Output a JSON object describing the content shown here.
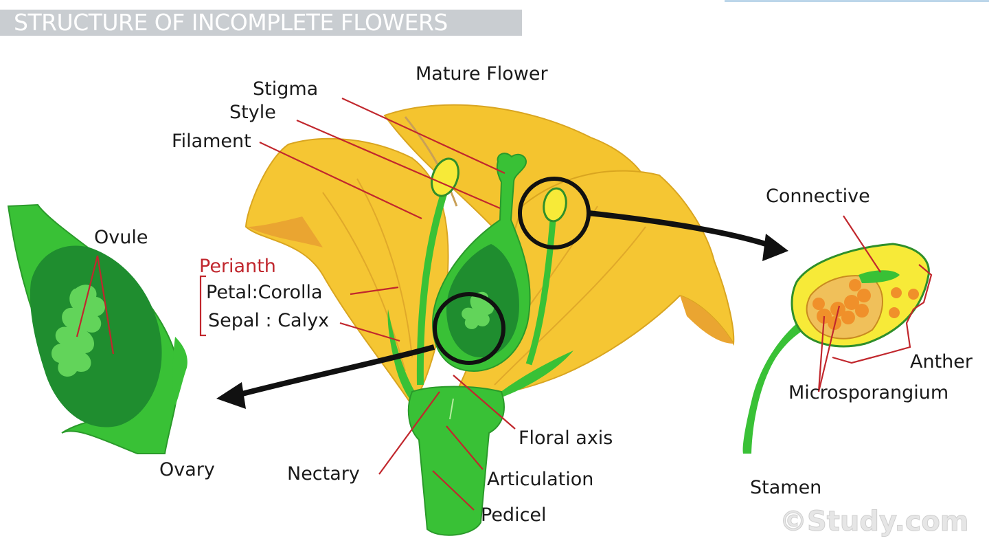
{
  "title": "STRUCTURE OF INCOMPLETE FLOWERS",
  "labels": {
    "mature_flower": "Mature Flower",
    "stigma": "Stigma",
    "style": "Style",
    "filament": "Filament",
    "ovule": "Ovule",
    "perianth": "Perianth",
    "petal_corolla": "Petal:Corolla",
    "sepal_calyx": "Sepal : Calyx",
    "ovary": "Ovary",
    "nectary": "Nectary",
    "floral_axis": "Floral axis",
    "articulation": "Articulation",
    "pedicel": "Pedicel",
    "connective": "Connective",
    "anther": "Anther",
    "microsporangium": "Microsporangium",
    "stamen": "Stamen"
  },
  "watermark": "©Study.com",
  "colors": {
    "petal_yellow": "#f5c633",
    "petal_orange": "#eaa531",
    "green": "#39c136",
    "dark_green": "#1f8d2f",
    "label_line": "#c1272d",
    "pollen": "#f0902a"
  }
}
